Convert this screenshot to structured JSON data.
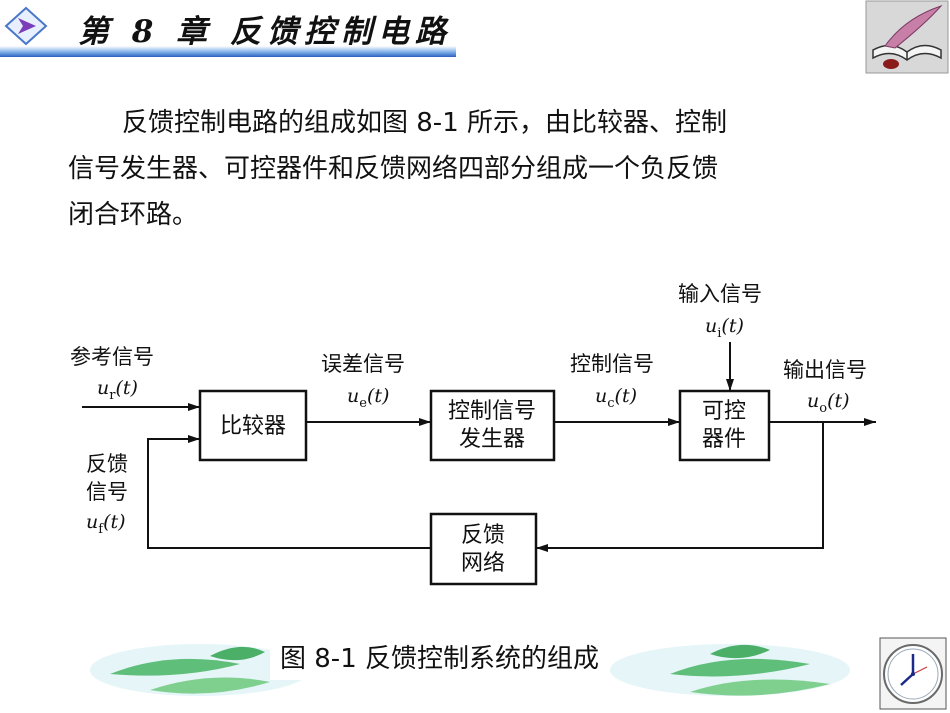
{
  "header": {
    "chapter_title": "第 8 章  反馈控制电路",
    "nav_icon": "triangle-arrow-icon",
    "logo_icon": "book-quill-icon",
    "bar_color": "#2b5fbf"
  },
  "paragraph": {
    "line1": "反馈控制电路的组成如图 8-1 所示，由比较器、控制",
    "line2": "信号发生器、可控器件和反馈网络四部分组成一个负反馈",
    "line3": "闭合环路。"
  },
  "diagram": {
    "blocks": {
      "comparator": "比较器",
      "signal_generator_line1": "控制信号",
      "signal_generator_line2": "发生器",
      "controlled_line1": "可控",
      "controlled_line2": "器件",
      "feedback_line1": "反馈",
      "feedback_line2": "网络"
    },
    "signals": {
      "reference_label": "参考信号",
      "reference_sym": "u",
      "reference_sub": "r",
      "error_label": "误差信号",
      "error_sym": "u",
      "error_sub": "e",
      "control_label": "控制信号",
      "control_sym": "u",
      "control_sub": "c",
      "input_label": "输入信号",
      "input_sym": "u",
      "input_sub": "i",
      "output_label": "输出信号",
      "output_sym": "u",
      "output_sub": "o",
      "feedback_label_line1": "反馈",
      "feedback_label_line2": "信号",
      "feedback_sym": "u",
      "feedback_sub": "f",
      "time_arg": "(t)"
    }
  },
  "footer": {
    "caption": "图   8-1   反馈控制系统的组成",
    "clock_icon": "clock-icon",
    "leaf_color": "#5fbf7a"
  }
}
